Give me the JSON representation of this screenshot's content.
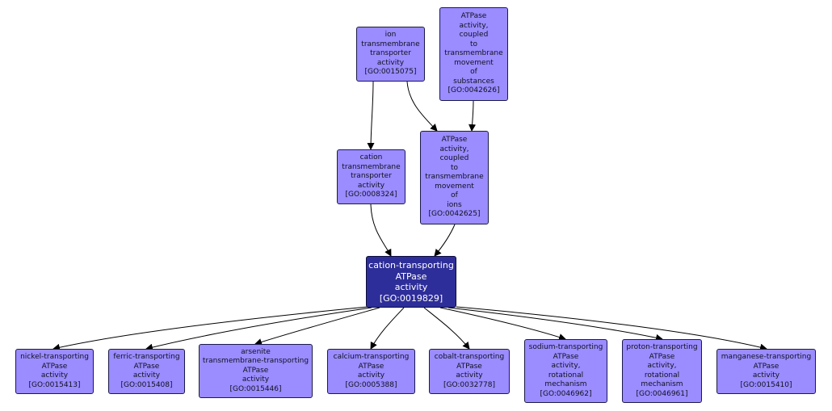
{
  "colors": {
    "node_fill": "#9b8cff",
    "focus_fill": "#2e2e9a",
    "edge": "#000000"
  },
  "nodes": {
    "ion_transmembrane": [
      "ion",
      "transmembrane",
      "transporter",
      "activity",
      "[GO:0015075]"
    ],
    "atpase_substances": [
      "ATPase",
      "activity,",
      "coupled",
      "to",
      "transmembrane",
      "movement",
      "of",
      "substances",
      "[GO:0042626]"
    ],
    "cation_transmembrane": [
      "cation",
      "transmembrane",
      "transporter",
      "activity",
      "[GO:0008324]"
    ],
    "atpase_ions": [
      "ATPase",
      "activity,",
      "coupled",
      "to",
      "transmembrane",
      "movement",
      "of",
      "ions",
      "[GO:0042625]"
    ],
    "cation_transporting": [
      "cation-transporting",
      "ATPase",
      "activity",
      "[GO:0019829]"
    ],
    "nickel": [
      "nickel-transporting",
      "ATPase",
      "activity",
      "[GO:0015413]"
    ],
    "ferric": [
      "ferric-transporting",
      "ATPase",
      "activity",
      "[GO:0015408]"
    ],
    "arsenite": [
      "arsenite",
      "transmembrane-transporting",
      "ATPase",
      "activity",
      "[GO:0015446]"
    ],
    "calcium": [
      "calcium-transporting",
      "ATPase",
      "activity",
      "[GO:0005388]"
    ],
    "cobalt": [
      "cobalt-transporting",
      "ATPase",
      "activity",
      "[GO:0032778]"
    ],
    "sodium": [
      "sodium-transporting",
      "ATPase",
      "activity,",
      "rotational",
      "mechanism",
      "[GO:0046962]"
    ],
    "proton": [
      "proton-transporting",
      "ATPase",
      "activity,",
      "rotational",
      "mechanism",
      "[GO:0046961]"
    ],
    "manganese": [
      "manganese-transporting",
      "ATPase",
      "activity",
      "[GO:0015410]"
    ]
  }
}
